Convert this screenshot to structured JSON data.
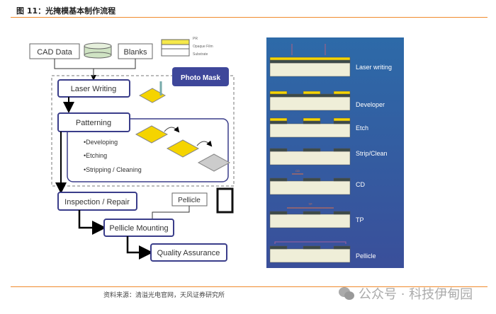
{
  "title": "图 11：光掩模基本制作流程",
  "source": "资料来源：清溢光电官网，天风证券研究所",
  "watermark": "公众号 · 科技伊甸园",
  "flow": {
    "cad_data": "CAD Data",
    "blanks": "Blanks",
    "legend": [
      "PR",
      "Opaque Film",
      "Substrate"
    ],
    "photo_mask": "Photo Mask",
    "laser_writing": "Laser Writing",
    "patterning": "Patterning",
    "patterning_steps": [
      "•Developing",
      "•Etching",
      "•Stripping / Cleaning"
    ],
    "inspection": "Inspection / Repair",
    "pellicle": "Pellicle",
    "pellicle_mounting": "Pellicle Mounting",
    "quality_assurance": "Quality Assurance"
  },
  "steps": {
    "labels": [
      "Laser writing",
      "Developer",
      "Etch",
      "Strip/Clean",
      "CD",
      "TP",
      "Pellicle"
    ],
    "cd_mark": "CD",
    "tp_mark": "TP"
  },
  "colors": {
    "accent": "#f08a2c",
    "panel": "#2f5fa5",
    "pr": "#f5d400",
    "box_border": "#3a3d8a"
  }
}
